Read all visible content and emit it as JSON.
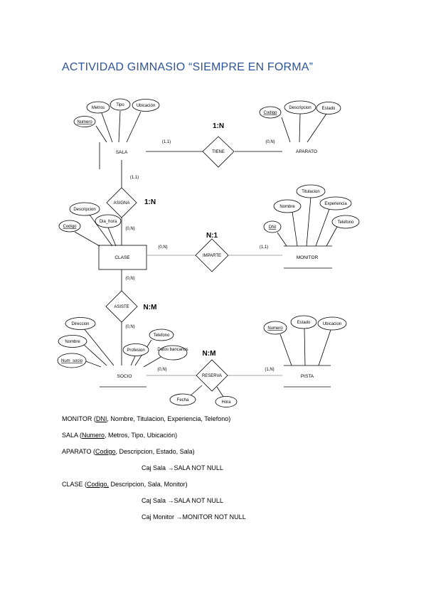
{
  "title": "ACTIVIDAD GIMNASIO “SIEMPRE EN FORMA”",
  "colors": {
    "title": "#2f5496",
    "line": "#000000",
    "secondary_line": "#8a8a8a"
  },
  "diagram": {
    "entities": {
      "sala": "SALA",
      "aparato": "APARATO",
      "clase": "CLASE",
      "monitor": "MONITOR",
      "socio": "SOCIO",
      "pista": "PISTA"
    },
    "relations": {
      "tiene": "TIENE",
      "asigna": "ASIGNA",
      "imparte": "IMPARTE",
      "asiste": "ASISTE",
      "reserva": "RESERVA"
    },
    "attributes": {
      "sala": [
        "Numero",
        "Metros",
        "Tipo",
        "Ubicación"
      ],
      "aparato": [
        "Codigo",
        "Descripcion",
        "Estado"
      ],
      "monitor": [
        "Titulacion",
        "Nombre",
        "Experiencia",
        "DNI",
        "Telefono"
      ],
      "clase": [
        "Descripcion",
        "Dia_hora",
        "Codigo"
      ],
      "socio": [
        "Direccion",
        "Nombre",
        "Num_socio",
        "Telefono",
        "Profesion",
        "Datos bancarios"
      ],
      "pista": [
        "Numero",
        "Estado",
        "Ubicacion"
      ],
      "reserva": [
        "Fecha",
        "Hora"
      ]
    },
    "cardinalities": {
      "sala_tiene": "(1,1)",
      "tiene_aparato": "(0,N)",
      "sala_asigna": "(1,1)",
      "asigna_clase": "(0,N)",
      "clase_imparte": "(0,N)",
      "imparte_monitor": "(1,1)",
      "clase_asiste": "(0,N)",
      "asiste_socio": "(0,N)",
      "socio_reserva": "(0,N)",
      "reserva_pista": "(1,N)"
    },
    "types": {
      "tiene": "1:N",
      "asigna": "1:N",
      "imparte": "N:1",
      "asiste": "N:M",
      "reserva": "N:M"
    }
  },
  "schema": {
    "monitor": {
      "name": "MONITOR",
      "key": "DNI",
      "rest": ", Nombre, Titulacion, Experiencia, Telefono)"
    },
    "sala": {
      "name": "SALA",
      "key": "Numero",
      "rest": ", Metros, Tipo, Ubicación)"
    },
    "aparato": {
      "name": "APARATO",
      "key": "Codigo",
      "rest": ", Descripcion, Estado, Sala)"
    },
    "aparato_c1": "Caj Sala →SALA NOT NULL",
    "clase": {
      "name": "CLASE",
      "key": "Codigo,",
      "rest": " Descripcion, Sala, Monitor)"
    },
    "clase_c1": "Caj Sala →SALA NOT NULL",
    "clase_c2": "Caj Monitor →MONITOR NOT NULL"
  }
}
